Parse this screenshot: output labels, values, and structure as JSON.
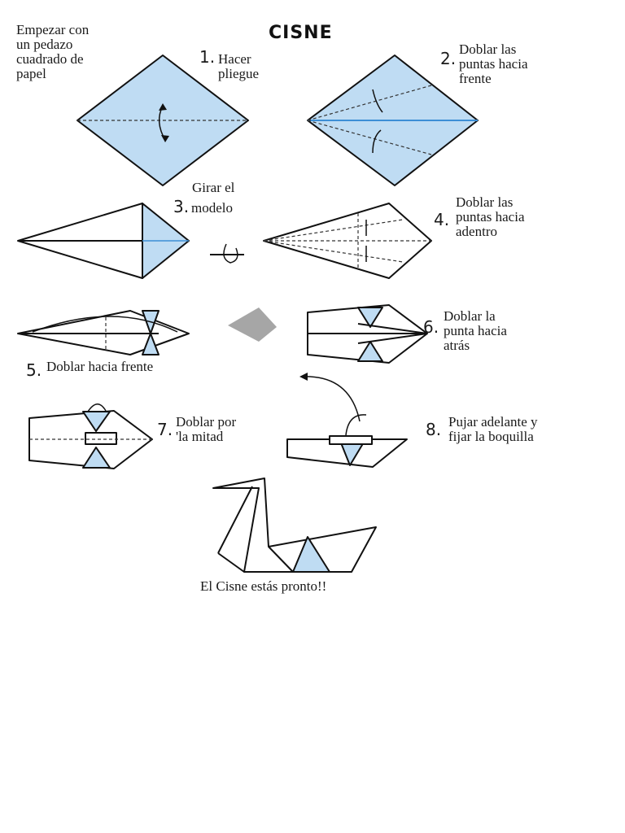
{
  "title": "CISNE",
  "intro": "Empezar con\nun pedazo\ncuadrado de\npapel",
  "steps": [
    {
      "num": "1.",
      "text": "Hacer\npliegue"
    },
    {
      "num": "2.",
      "text": "Doblar las\npuntas hacia\nfrente"
    },
    {
      "num": "3.",
      "text": "modelo",
      "pre": "Girar el"
    },
    {
      "num": "4.",
      "text": "Doblar las\npuntas hacia\nadentro"
    },
    {
      "num": "5.",
      "text": "Doblar hacia frente"
    },
    {
      "num": "6.",
      "text": "Doblar la\npunta hacia\natrás"
    },
    {
      "num": "7.",
      "text": "Doblar por\n'la mitad"
    },
    {
      "num": "8.",
      "text": "Pujar adelante y\nfijar la boquilla"
    }
  ],
  "final": "El Cisne estás pronto!!",
  "colors": {
    "paper": "#bfdcf3",
    "line": "#111111",
    "arrow": "#a6a6a6"
  }
}
